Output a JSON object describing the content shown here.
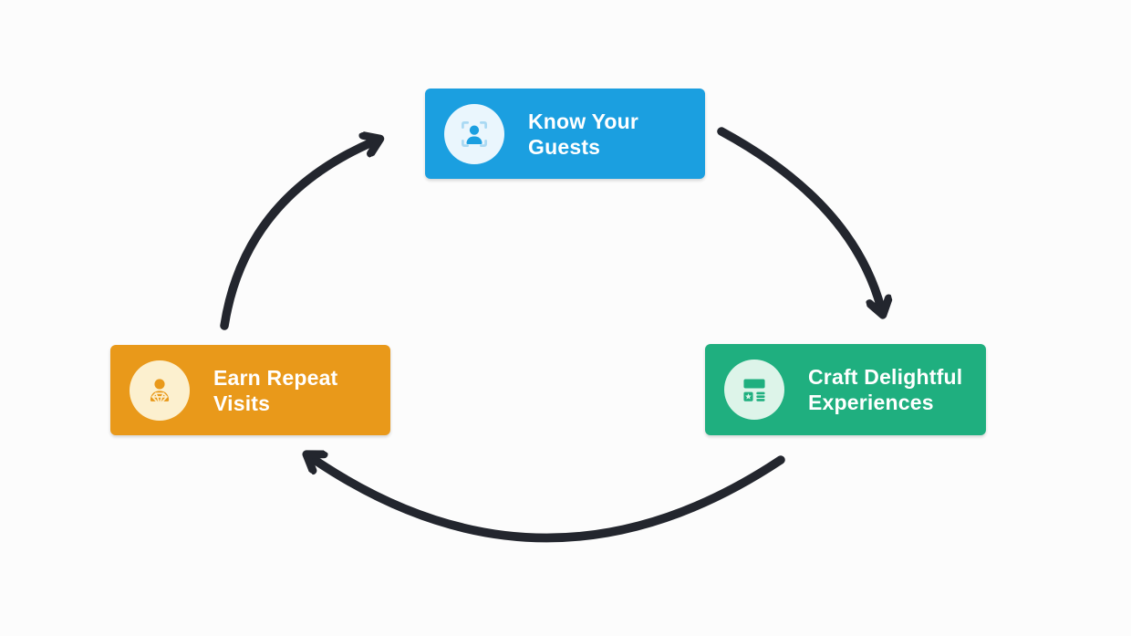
{
  "diagram": {
    "background_color": "#FCFCFC",
    "arrow_color": "#23262E",
    "nodes": [
      {
        "id": "know-your-guests",
        "lines": [
          "Know Your",
          "Guests"
        ],
        "color": "#1B9FE0",
        "icon": "guest-profile-icon",
        "icon_bg": "#EAF6FD"
      },
      {
        "id": "craft-delightful-experiences",
        "lines": [
          "Craft Delightful",
          "Experiences"
        ],
        "color": "#1FAF7F",
        "icon": "experience-card-icon",
        "icon_bg": "#DDF4E9"
      },
      {
        "id": "earn-repeat-visits",
        "lines": [
          "Earn Repeat",
          "Visits"
        ],
        "color": "#E9991A",
        "icon": "loyal-guest-gem-icon",
        "icon_bg": "#FCF0CF"
      }
    ],
    "arrows": [
      {
        "id": "know-to-craft",
        "from": "know-your-guests",
        "to": "craft-delightful-experiences"
      },
      {
        "id": "craft-to-earn",
        "from": "craft-delightful-experiences",
        "to": "earn-repeat-visits"
      },
      {
        "id": "earn-to-know",
        "from": "earn-repeat-visits",
        "to": "know-your-guests"
      }
    ]
  }
}
